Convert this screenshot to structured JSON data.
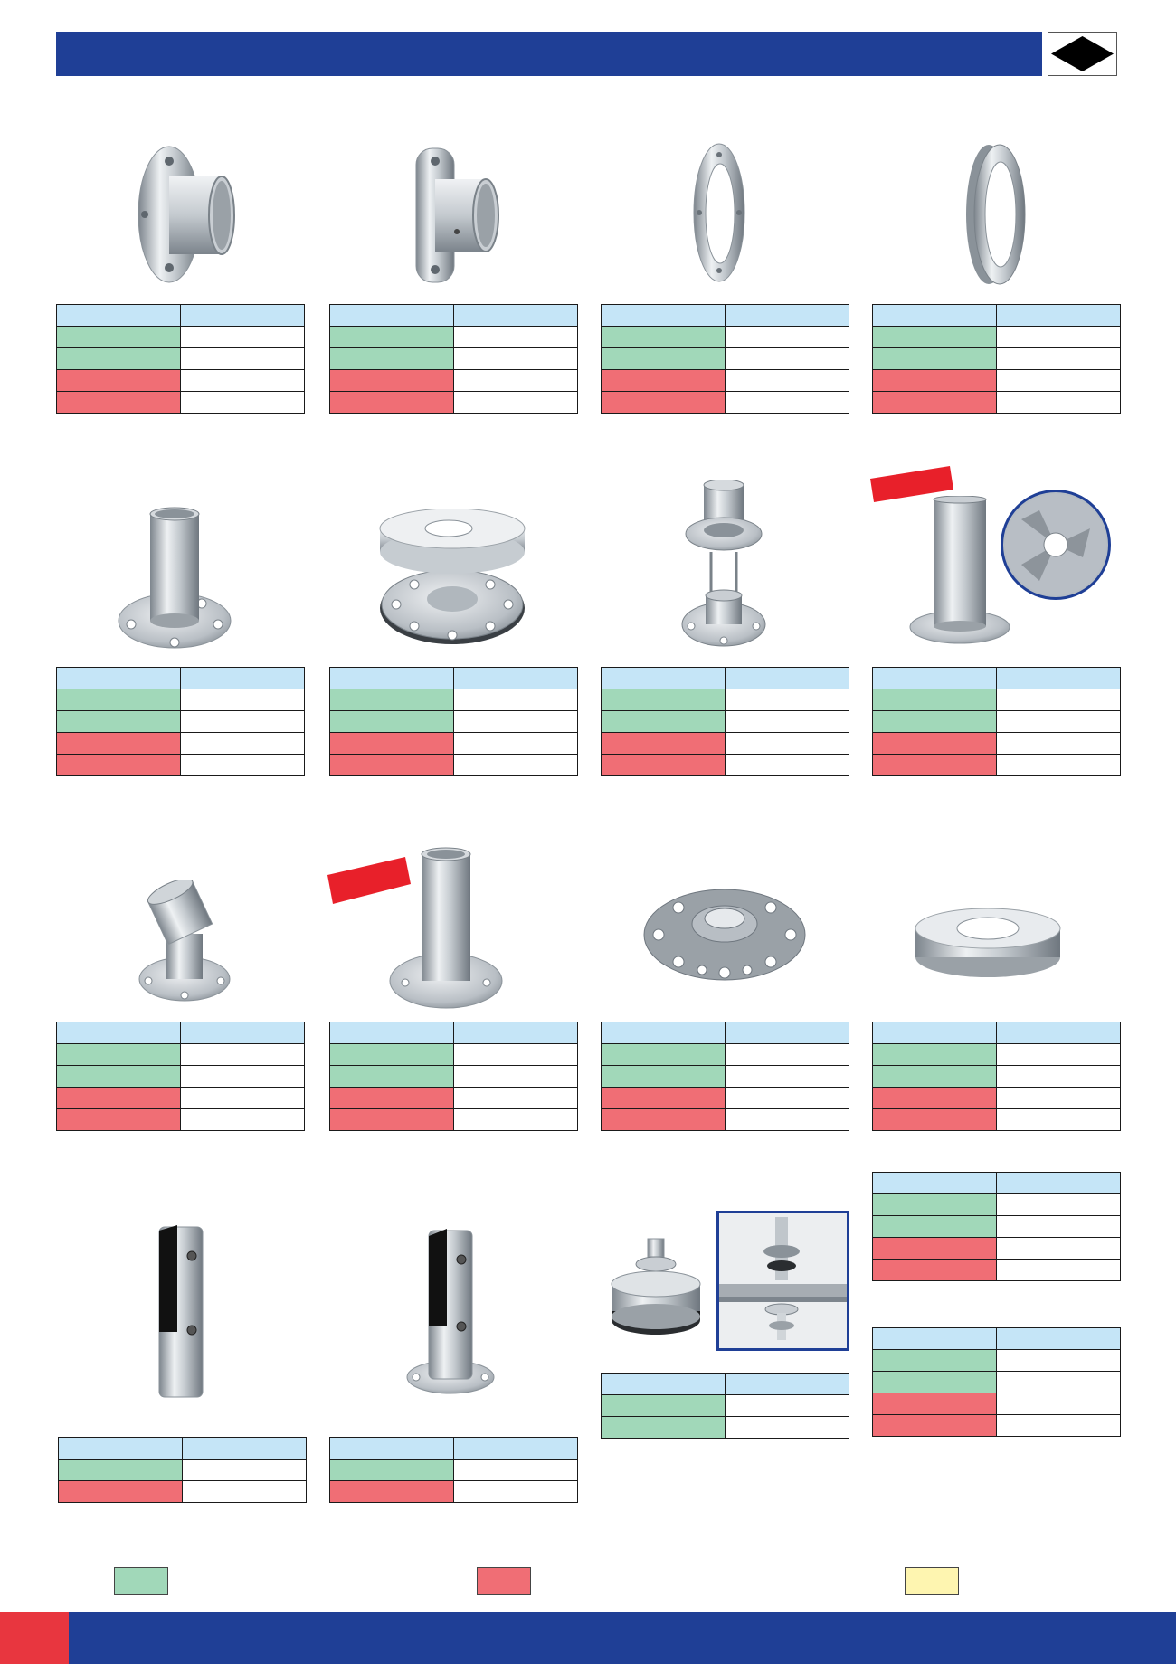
{
  "colors": {
    "brand_blue": "#1f3f96",
    "table_header": "#c5e5f7",
    "row_green": "#a1d8b9",
    "row_red": "#f06e75",
    "badge_red": "#e8202a",
    "legend_yellow": "#fef5b0",
    "footer_red": "#e8363f",
    "metal_light": "#e6e9ec",
    "metal_mid": "#b8bec4",
    "metal_dark": "#7d858d"
  },
  "header": {
    "logo_icon": "black-diamond-icon"
  },
  "products": [
    {
      "id": "round-wall-flange-tube",
      "icon": "wall-flange-icon",
      "rows": [
        "header",
        "green",
        "green",
        "red",
        "red"
      ]
    },
    {
      "id": "oval-wall-flange-tube",
      "icon": "oval-flange-icon",
      "rows": [
        "header",
        "green",
        "green",
        "red",
        "red"
      ]
    },
    {
      "id": "flat-flange-ring",
      "icon": "flange-ring-icon",
      "rows": [
        "header",
        "green",
        "green",
        "red",
        "red"
      ]
    },
    {
      "id": "thick-flange-ring",
      "icon": "thick-ring-icon",
      "rows": [
        "header",
        "green",
        "green",
        "red",
        "red"
      ]
    },
    {
      "id": "tall-base-post",
      "icon": "base-post-icon",
      "rows": [
        "header",
        "green",
        "green",
        "red",
        "red"
      ]
    },
    {
      "id": "base-plate-with-cover",
      "icon": "base-cover-icon",
      "rows": [
        "header",
        "green",
        "green",
        "red",
        "red"
      ]
    },
    {
      "id": "exploded-base-assembly",
      "icon": "exploded-base-icon",
      "rows": [
        "header",
        "green",
        "green",
        "red",
        "red"
      ]
    },
    {
      "id": "tall-post-with-detail",
      "icon": "post-detail-icon",
      "rows": [
        "header",
        "green",
        "green",
        "red",
        "red"
      ]
    },
    {
      "id": "adjustable-angle-base",
      "icon": "angle-base-icon",
      "rows": [
        "header",
        "green",
        "green",
        "red",
        "red"
      ]
    },
    {
      "id": "high-post-base",
      "icon": "high-post-icon",
      "rows": [
        "header",
        "green",
        "green",
        "red",
        "red"
      ]
    },
    {
      "id": "round-base-plate",
      "icon": "base-plate-icon",
      "rows": [
        "header",
        "green",
        "green",
        "red",
        "red"
      ]
    },
    {
      "id": "cover-cap",
      "icon": "cover-cap-icon",
      "rows": [
        "header",
        "green",
        "green",
        "red",
        "red"
      ]
    },
    {
      "id": "glass-spigot-core",
      "icon": "glass-spigot-icon",
      "rows": [
        "header",
        "green",
        "red"
      ]
    },
    {
      "id": "glass-spigot-flange",
      "icon": "glass-spigot-base-icon",
      "rows": [
        "header",
        "green",
        "red"
      ]
    },
    {
      "id": "levelling-screw",
      "icon": "levelling-screw-icon",
      "rows": [
        "header",
        "green",
        "green"
      ]
    },
    {
      "id": "extra-table-a",
      "icon": "none",
      "rows": [
        "header",
        "green",
        "green",
        "red",
        "red"
      ]
    },
    {
      "id": "extra-table-b",
      "icon": "none",
      "rows": [
        "header",
        "green",
        "green",
        "red",
        "red"
      ]
    }
  ],
  "legend": [
    {
      "color": "#a1d8b9",
      "name": "green-swatch"
    },
    {
      "color": "#f06e75",
      "name": "red-swatch"
    },
    {
      "color": "#fef5b0",
      "name": "yellow-swatch"
    }
  ]
}
